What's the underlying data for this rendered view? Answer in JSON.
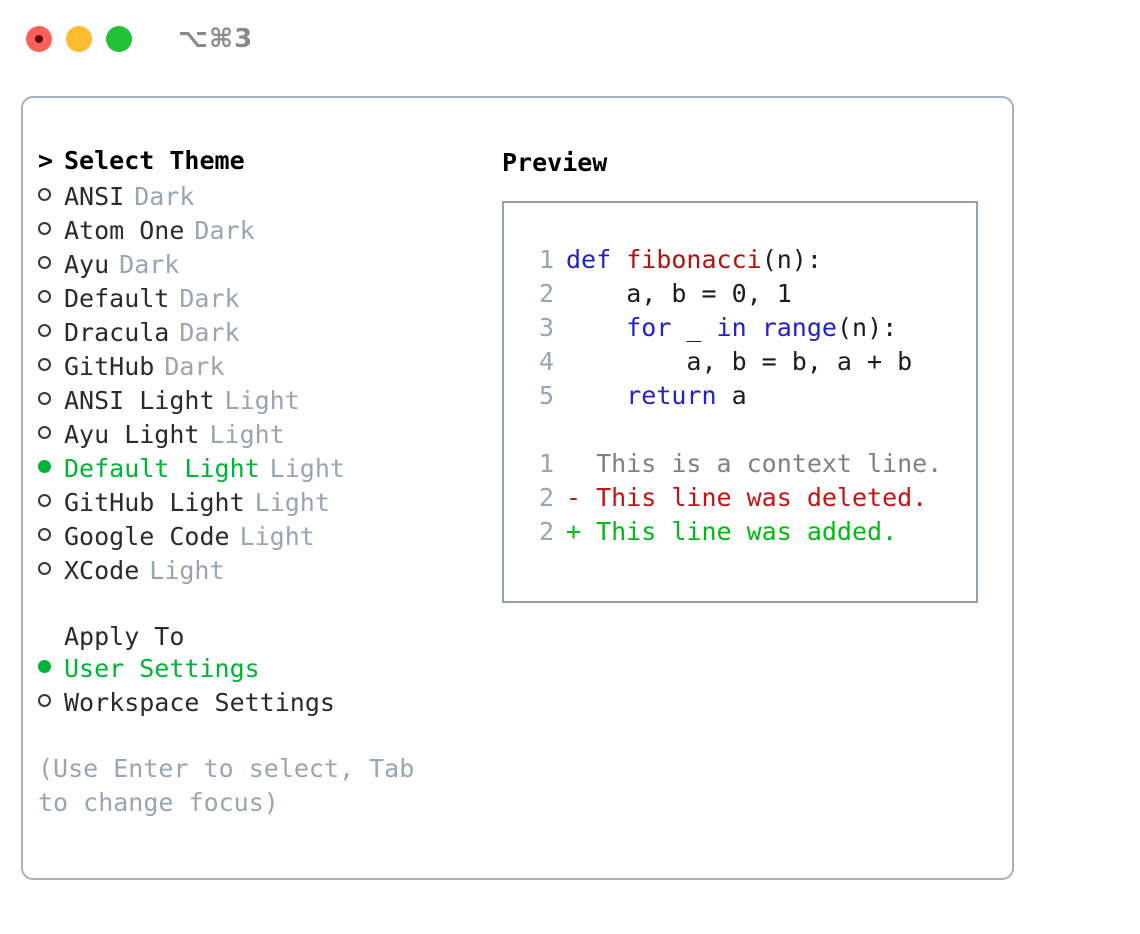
{
  "window": {
    "shortcut": "⌥⌘3",
    "traffic_lights": [
      {
        "name": "close-button",
        "color": "#ff6059"
      },
      {
        "name": "minimize-button",
        "color": "#febc2e"
      },
      {
        "name": "zoom-button",
        "color": "#22c235"
      }
    ]
  },
  "theme_picker": {
    "header_marker": ">",
    "header_label": "Select Theme",
    "items": [
      {
        "marker": "○",
        "label": "ANSI",
        "tag": "Dark",
        "selected": false
      },
      {
        "marker": "○",
        "label": "Atom One",
        "tag": "Dark",
        "selected": false
      },
      {
        "marker": "○",
        "label": "Ayu",
        "tag": "Dark",
        "selected": false
      },
      {
        "marker": "○",
        "label": "Default",
        "tag": "Dark",
        "selected": false
      },
      {
        "marker": "○",
        "label": "Dracula",
        "tag": "Dark",
        "selected": false
      },
      {
        "marker": "○",
        "label": "GitHub",
        "tag": "Dark",
        "selected": false
      },
      {
        "marker": "○",
        "label": "ANSI Light",
        "tag": "Light",
        "selected": false
      },
      {
        "marker": "○",
        "label": "Ayu Light",
        "tag": "Light",
        "selected": false
      },
      {
        "marker": "●",
        "label": "Default Light",
        "tag": "Light",
        "selected": true
      },
      {
        "marker": "○",
        "label": "GitHub Light",
        "tag": "Light",
        "selected": false
      },
      {
        "marker": "○",
        "label": "Google Code",
        "tag": "Light",
        "selected": false
      },
      {
        "marker": "○",
        "label": "XCode",
        "tag": "Light",
        "selected": false
      }
    ]
  },
  "apply_to": {
    "heading": "Apply To",
    "options": [
      {
        "marker": "●",
        "label": "User Settings",
        "selected": true
      },
      {
        "marker": "○",
        "label": "Workspace Settings",
        "selected": false
      }
    ]
  },
  "hint": "(Use Enter to select, Tab to change focus)",
  "preview": {
    "heading": "Preview",
    "code_lines": [
      {
        "number": "1",
        "tokens": [
          {
            "text": "def ",
            "type": "kw"
          },
          {
            "text": "fibonacci",
            "type": "fn"
          },
          {
            "text": "(n):",
            "type": "plain"
          }
        ]
      },
      {
        "number": "2",
        "tokens": [
          {
            "text": "    a, b = 0, 1",
            "type": "plain"
          }
        ]
      },
      {
        "number": "3",
        "tokens": [
          {
            "text": "    ",
            "type": "plain"
          },
          {
            "text": "for",
            "type": "kw"
          },
          {
            "text": " _ ",
            "type": "plain"
          },
          {
            "text": "in",
            "type": "kw"
          },
          {
            "text": " ",
            "type": "plain"
          },
          {
            "text": "range",
            "type": "kw"
          },
          {
            "text": "(n):",
            "type": "plain"
          }
        ]
      },
      {
        "number": "4",
        "tokens": [
          {
            "text": "        a, b = b, a + b",
            "type": "plain"
          }
        ]
      },
      {
        "number": "5",
        "tokens": [
          {
            "text": "    ",
            "type": "plain"
          },
          {
            "text": "return",
            "type": "kw"
          },
          {
            "text": " a",
            "type": "plain"
          }
        ]
      }
    ],
    "diff_lines": [
      {
        "number": "1",
        "kind": "context",
        "text": "  This is a context line."
      },
      {
        "number": "2",
        "kind": "del",
        "text": "- This line was deleted."
      },
      {
        "number": "2",
        "kind": "add",
        "text": "+ This line was added."
      }
    ]
  },
  "colors": {
    "accent_green": "#00b336",
    "keyword_blue": "#2222cc",
    "function_red": "#b31212",
    "diff_del_red": "#c41313",
    "diff_add_green": "#00bb15",
    "muted_gray": "#9aa5b4",
    "border_gray": "#a7b0bd"
  }
}
